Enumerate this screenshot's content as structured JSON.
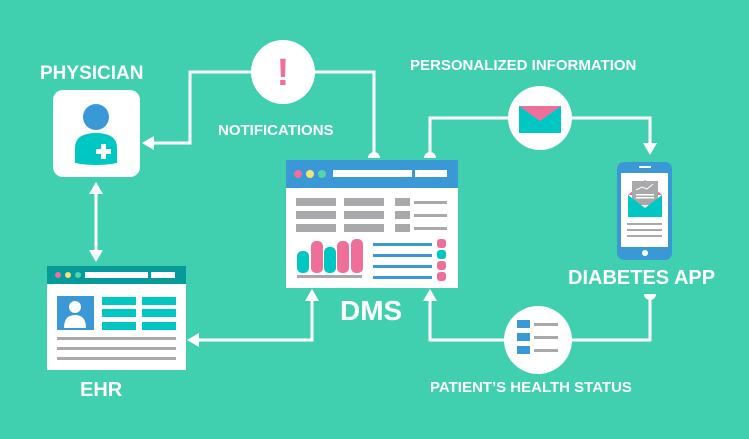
{
  "colors": {
    "background": "#40d0b0",
    "blue": "#3a98d6",
    "teal": "#00c7c3",
    "pink": "#ef6f9b",
    "yellow": "#f6e27a",
    "gray": "#a9a9ab",
    "ehr_header": "#069b9b"
  },
  "labels": {
    "physician": "PHYSICIAN",
    "notifications": "NOTIFICATIONS",
    "personalized_information": "PERSONALIZED INFORMATION",
    "diabetes_app": "DIABETES APP",
    "dms": "DMS",
    "ehr": "EHR",
    "patient_health_status": "PATIENT’S HEALTH STATUS"
  },
  "icons": {
    "notification": "exclamation-icon",
    "personalized_information": "envelope-icon",
    "health_status": "list-icon",
    "physician": "doctor-avatar-icon",
    "app": "smartphone-icon"
  },
  "notification_symbol": "!"
}
